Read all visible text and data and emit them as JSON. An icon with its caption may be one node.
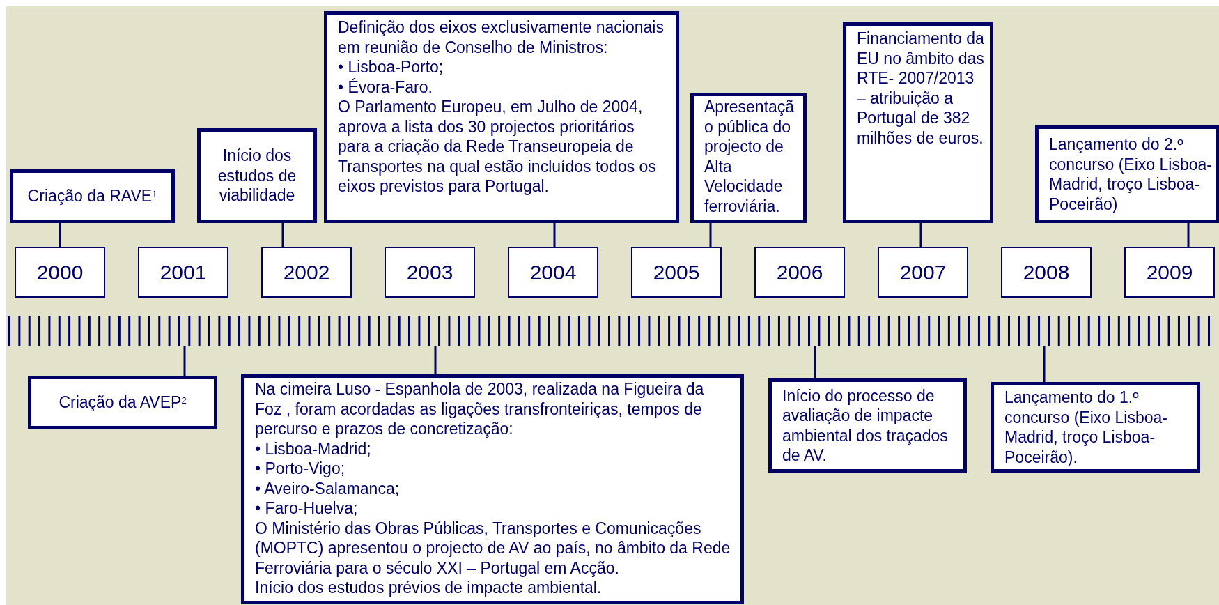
{
  "diagram": {
    "nodes": [
      {
        "text": [
          "Criação da RAVE$^{1}$"
        ]
      },
      {
        "text": [
          "Início dos estudos de viabilidade"
        ]
      },
      {
        "text": [
          "Definição dos eixos exclusivamente nacionais em reunião de Conselho de Ministros:",
          "• Lisboa-Porto;",
          "• Évora-Faro.",
          "O Parlamento Europeu, em Julho de 2004, aprova a lista dos 30 projectos prioritários para a criação da Rede Transeuropeia de Transportes na qual estão incluídos todos os eixos previstos para Portugal."
        ]
      },
      {
        "text": [
          "Apresentação pública do projecto de Alta Velocidade ferroviária."
        ]
      },
      {
        "text": [
          "Financiamento da EU no âmbito das RTE- 2007/2013 – atribuição a Portugal de 382 milhões de euros."
        ]
      },
      {
        "text": [
          "Lançamento do 2.º concurso (Eixo Lisboa-Madrid, troço Lisboa-Poceirão)"
        ]
      },
      {
        "text": [
          "2000"
        ]
      },
      {
        "text": [
          "2001"
        ]
      },
      {
        "text": [
          "2002"
        ]
      },
      {
        "text": [
          "2003"
        ]
      },
      {
        "text": [
          "2004"
        ]
      },
      {
        "text": [
          "2005"
        ]
      },
      {
        "text": [
          "2006"
        ]
      },
      {
        "text": [
          "2007"
        ]
      },
      {
        "text": [
          "2008"
        ]
      },
      {
        "text": [
          "2009"
        ]
      },
      {
        "text": [],
        "shape": "bar"
      },
      {
        "text": [
          "Criação da AVEP$^{2}$"
        ]
      },
      {
        "text": [
          "Na cimeira Luso - Espanhola de 2003, realizada na Figueira da Foz , foram acordadas as ligações transfronteiriças, tempos de percurso e prazos de concretização:",
          "• Lisboa-Madrid;",
          "• Porto-Vigo;",
          "• Aveiro-Salamanca;",
          "• Faro-Huelva;",
          "O Ministério das Obras Públicas, Transportes e Comunicações (MOPTC) apresentou o projecto de AV ao país, no âmbito da Rede Ferroviária para o século XXI – Portugal em Acção.",
          "Início dos estudos prévios de impacte ambiental."
        ]
      },
      {
        "text": [
          "Início do processo de avaliação de impacte ambiental dos traçados de AV."
        ]
      },
      {
        "text": [
          "Lançamento do 1.º concurso (Eixo Lisboa-Madrid, troço Lisboa-Poceirão)."
        ]
      }
    ],
    "edges": [
      {
        "from": 0,
        "to": 6,
        "arrow": "none"
      },
      {
        "from": 1,
        "to": 8,
        "arrow": "none"
      },
      {
        "from": 2,
        "to": 10,
        "arrow": "none"
      },
      {
        "from": 3,
        "to": 11,
        "arrow": "none"
      },
      {
        "from": 4,
        "to": 13,
        "arrow": "none"
      },
      {
        "from": 5,
        "to": 15,
        "arrow": "none"
      },
      {
        "from": 16,
        "to": 17,
        "arrow": "none"
      },
      {
        "from": 16,
        "to": 18,
        "arrow": "none"
      },
      {
        "from": 16,
        "to": 19,
        "arrow": "none"
      },
      {
        "from": 16,
        "to": 20,
        "arrow": "none"
      }
    ]
  }
}
